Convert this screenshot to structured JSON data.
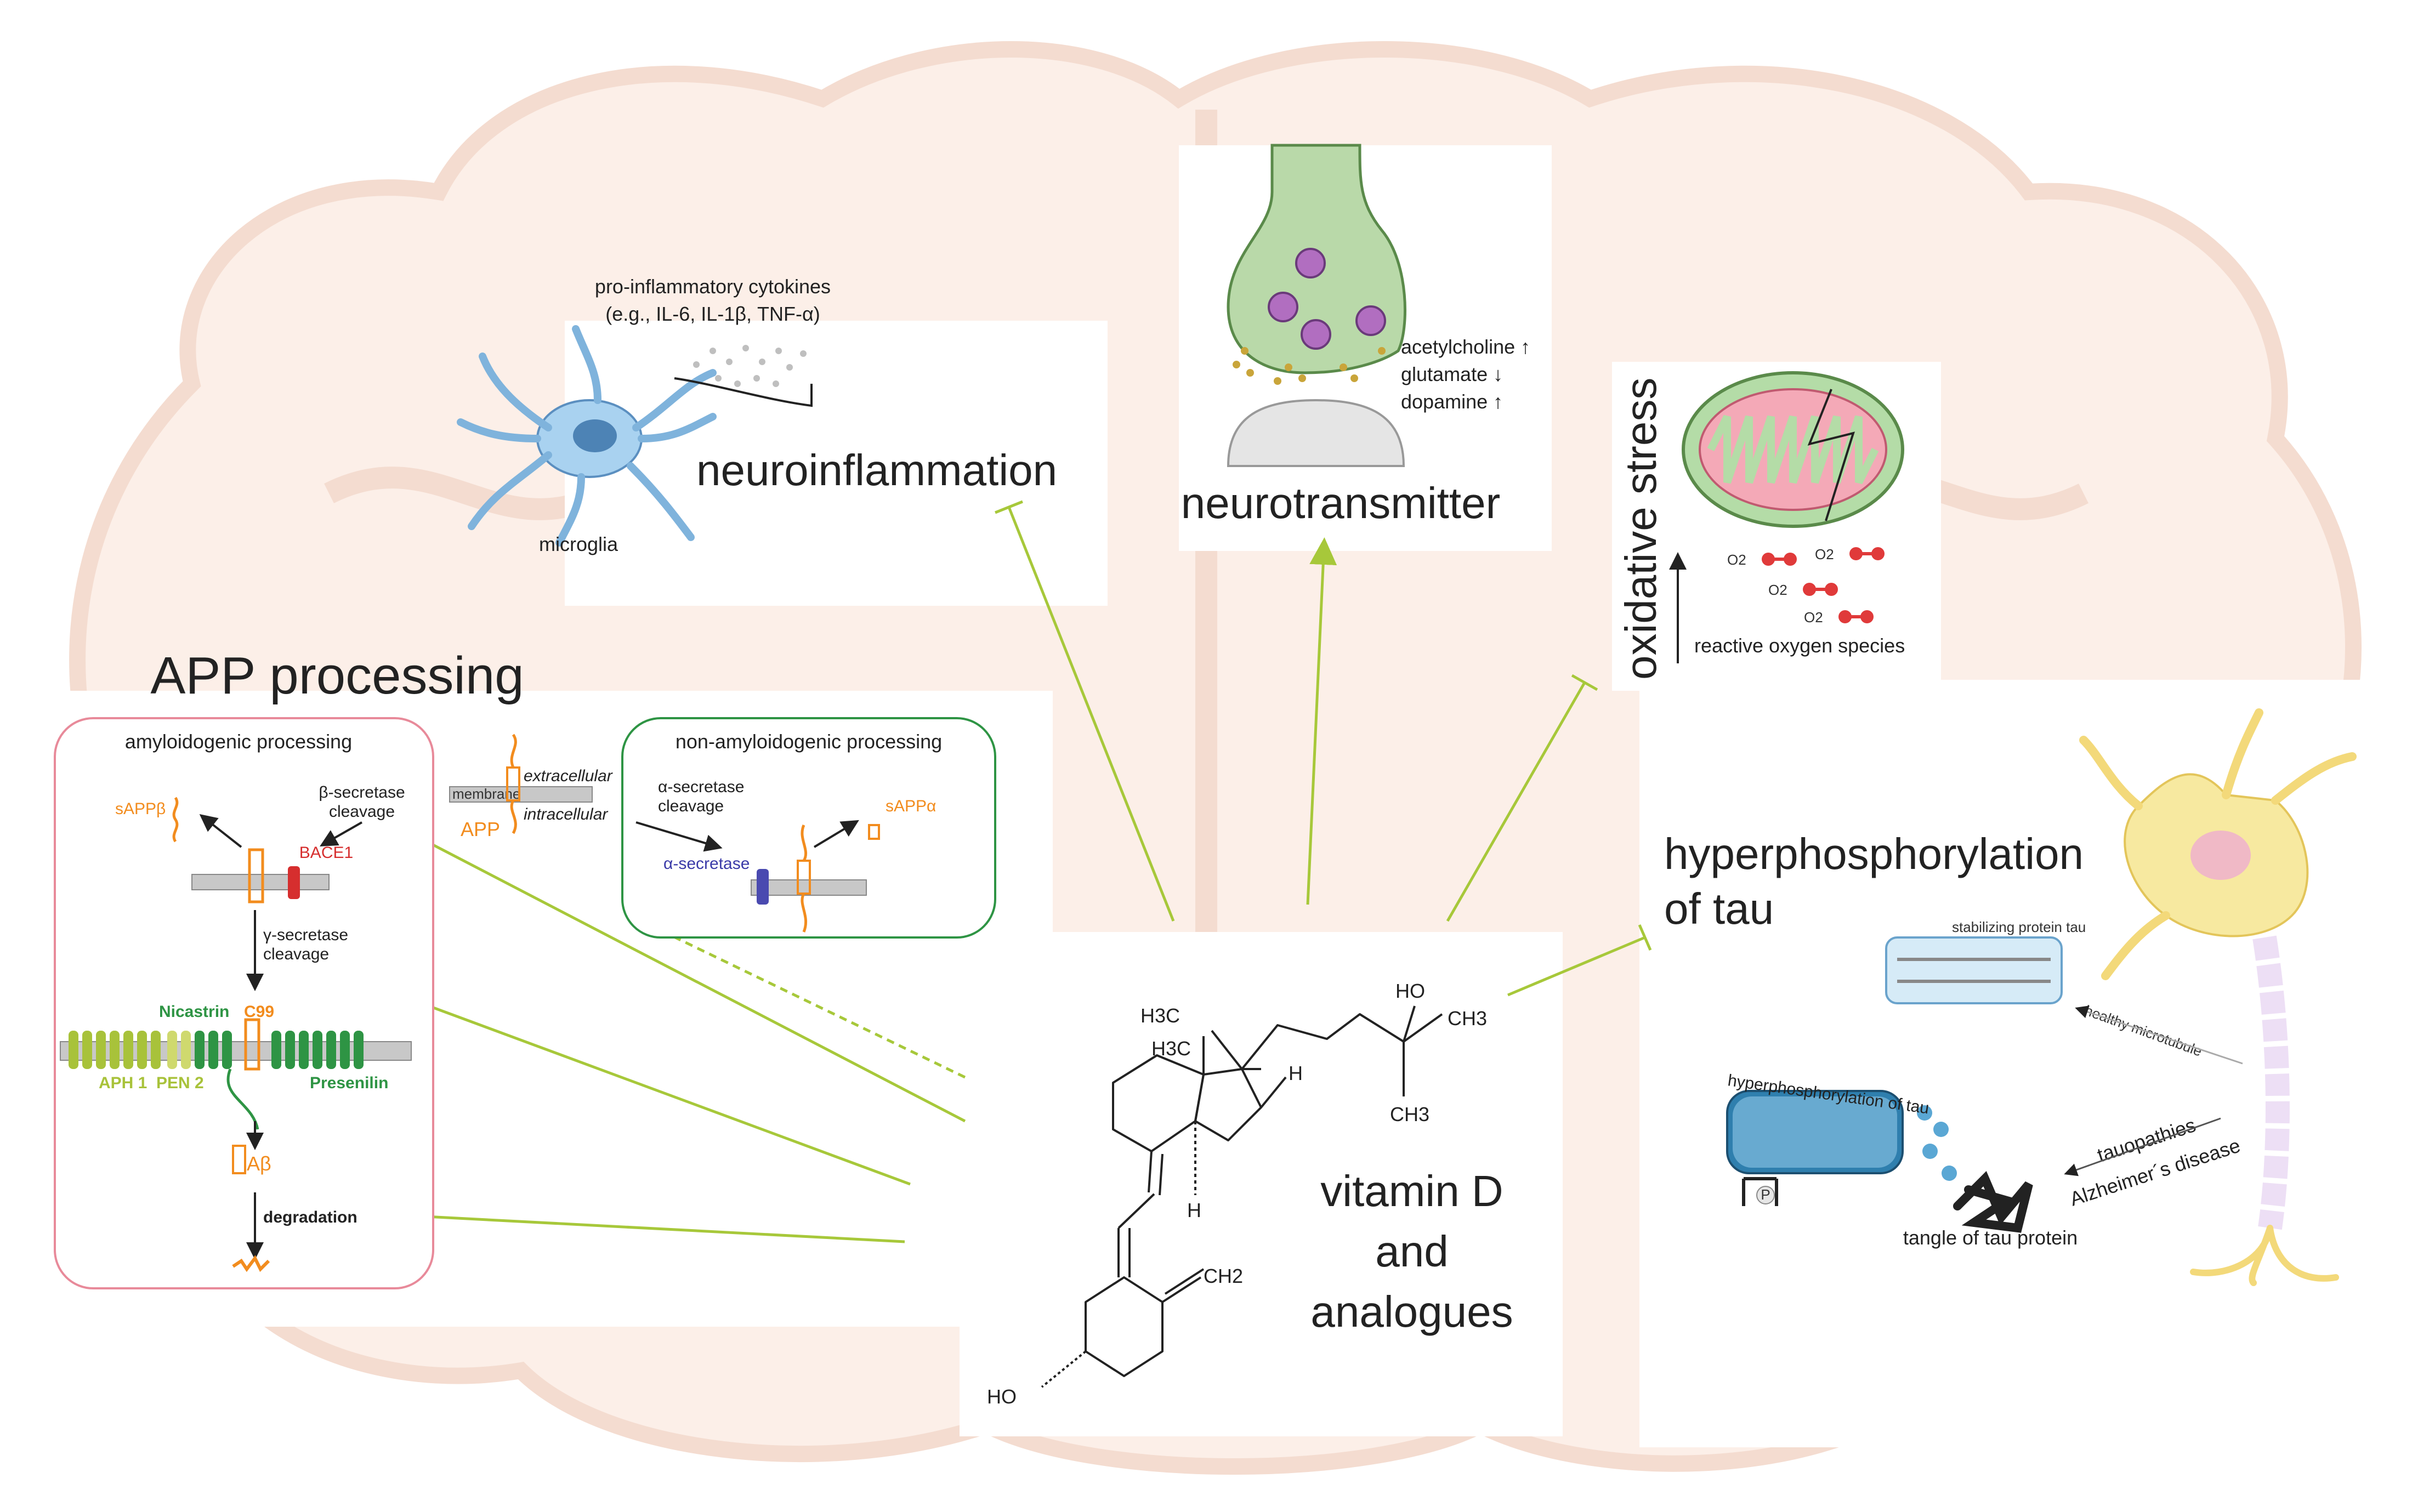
{
  "vitamin": {
    "lines": [
      "vitamin D",
      "and",
      "analogues"
    ],
    "formula": {
      "h3c_1": "H3C",
      "h3c_2": "H3C",
      "ho_top": "HO",
      "ch3_1": "CH3",
      "ch3_2": "CH3",
      "h_1": "H",
      "h_2": "H",
      "ch2": "CH2",
      "ho_bottom": "HO"
    }
  },
  "neuroinflammation": {
    "title": "neuroinflammation",
    "cytokines_line1": "pro-inflammatory cytokines",
    "cytokines_line2": "(e.g., IL-6, IL-1β, TNF-α)",
    "microglia": "microglia"
  },
  "neurotransmitter": {
    "title": "neurotransmitter",
    "items": [
      "acetylcholine ↑",
      "glutamate ↓",
      "dopamine ↑"
    ]
  },
  "oxidative": {
    "title": "oxidative stress",
    "ros": "reactive oxygen species",
    "o2": [
      "O2",
      "O2",
      "O2",
      "O2"
    ]
  },
  "app": {
    "title": "APP processing",
    "amyloidogenic": {
      "title": "amyloidogenic processing",
      "sappb": "sAPPβ",
      "beta_line1": "β-secretase",
      "beta_line2": "cleavage",
      "bace1": "BACE1",
      "gamma_line1": "γ-secretase",
      "gamma_line2": "cleavage",
      "nicastrin": "Nicastrin",
      "c99": "C99",
      "aph1": "APH 1",
      "pen2": "PEN 2",
      "presenilin": "Presenilin",
      "abeta": "Aβ",
      "degradation": "degradation"
    },
    "center": {
      "extracellular": "extracellular",
      "intracellular": "intracellular",
      "membrane": "membrane",
      "app": "APP"
    },
    "non_amyloidogenic": {
      "title": "non-amyloidogenic processing",
      "alpha_line1": "α-secretase",
      "alpha_line2": "cleavage",
      "alpha_secretase": "α-secretase",
      "sappa": "sAPPα"
    }
  },
  "tau": {
    "title_line1": "hyperphosphorylation",
    "title_line2": "of tau",
    "stabilizing": "stabilizing protein tau",
    "healthy": "healthy microtubule",
    "hyper_label": "hyperphosphorylation of tau",
    "tauopathies": "tauopathies",
    "alzheimers": "Alzheimer´s disease",
    "tangle": "tangle of tau protein",
    "p": "P"
  },
  "colors": {
    "arrow": "#a7c83a",
    "orange": "#f28c1e",
    "red": "#d62e2e",
    "green": "#2e9444",
    "brain_bg": "#fbece4",
    "brain_outline": "#f3d6c8"
  }
}
